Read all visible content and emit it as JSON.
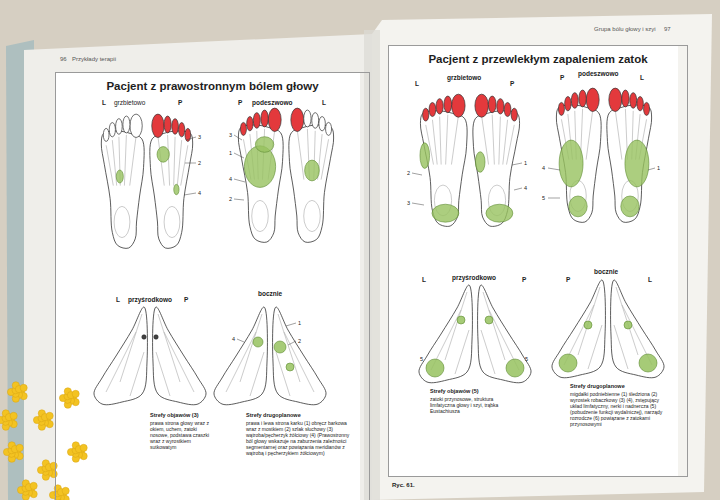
{
  "diagram": {
    "nodes": [
      {
        "text": [
          "Pacjent z prawostronnym bólem głowy"
        ]
      },
      {
        "text": [
          "Pacjent z przewlekłym zapaleniem zatok"
        ]
      }
    ],
    "labels": [
      "96",
      "Przykłady terapii",
      "grzbietowo",
      "L",
      "P",
      "P",
      "podeszwowo",
      "L",
      "3",
      "2",
      "4",
      "3",
      "1",
      "4",
      "2",
      "L",
      "przyśrodkowo",
      "P",
      "bocznie",
      "1",
      "2",
      "4",
      "Strefy objawów (3)",
      "prawa strona głowy wraz z okiem, uchem, zatoki nosowe, podstawa czaszki wraz z wyrostkiem sutkowatym",
      "Strefy drugoplanowe",
      "prawa i lewa strona karku (1) obręcz barkowa wraz z mostkiem (2) szlak słuchowy (3) wątroba/pęcherzyk żółciowy (4) (Prawostronny ból głowy wskazuje na zaburzenia zależności segmentarnej oraz powiązania meridianów z wątrobą i pęcherzykiem żółciowym)",
      "Grupa bólu głowy i szyi",
      "97",
      "L",
      "grzbietowo",
      "P",
      "P",
      "podeszwowo",
      "L",
      "2",
      "3",
      "4",
      "1",
      "4",
      "5",
      "1",
      "L",
      "przyśrodkowo",
      "P",
      "P",
      "bocznie",
      "L",
      "5",
      "5",
      "Strefy objawów (5)",
      "zatoki przynosowe, struktura limfatyczna głowy i szyi, trąbka Eustachiusza",
      "Strefy drugoplanowe",
      "migdałki podniebienne (1) śledziona (2) wyrostek robaczkowy (3) (4), zstępujący układ limfatyczny, nerki i nadnercza (5) (pobudzenie funkcji wydalniczej), narządy rozrodcze (6) powiązane z zatokami przynosowymi",
      "Ryc. 61."
    ]
  }
}
